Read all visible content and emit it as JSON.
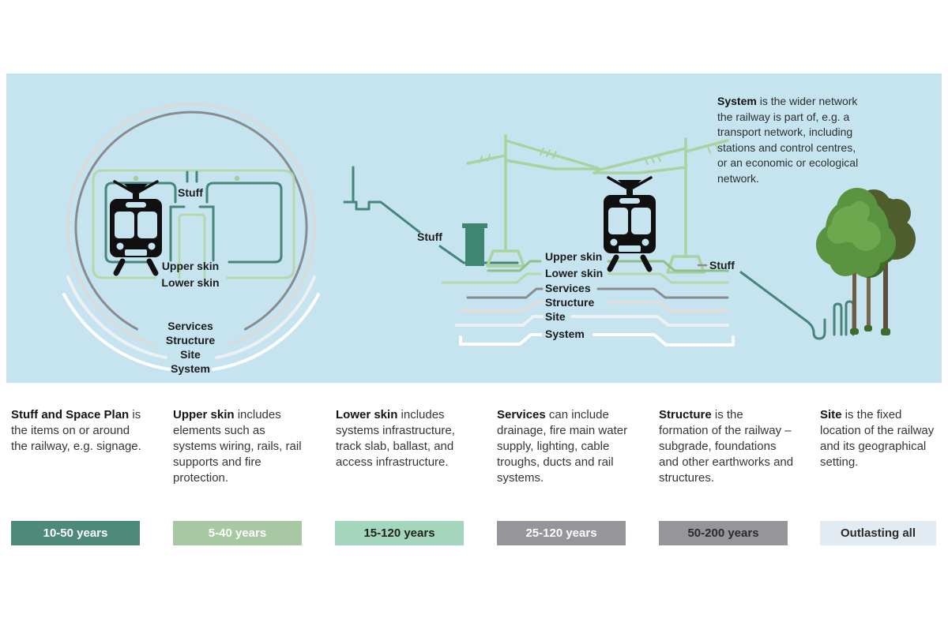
{
  "diagram_title_context": "Railway shearing layers infographic",
  "layer_labels": {
    "stuff": "Stuff",
    "upper_skin": "Upper skin",
    "lower_skin": "Lower skin",
    "services": "Services",
    "structure": "Structure",
    "site": "Site",
    "system": "System"
  },
  "tunnel_diagram": {
    "stuff": "Stuff",
    "upper_skin": "Upper skin",
    "lower_skin": "Lower skin",
    "services": "Services",
    "structure": "Structure",
    "site": "Site",
    "system": "System"
  },
  "surface_diagram": {
    "stuff_left": "Stuff",
    "stuff_right": "Stuff",
    "upper_skin": "Upper skin",
    "lower_skin": "Lower skin",
    "services": "Services",
    "structure": "Structure",
    "site": "Site",
    "system": "System"
  },
  "system_note": {
    "lead": "System",
    "rest": " is the wider network the railway is part of, e.g. a transport network, including stations and control centres, or an economic or ecological network."
  },
  "legend": {
    "columns": [
      {
        "lead": "Stuff and Space Plan",
        "rest": " is the items on or around the railway, e.g. signage.",
        "duration": "10-50 years",
        "bar_color": "#4e8a7a",
        "text_color": "#ffffff"
      },
      {
        "lead": "Upper skin",
        "rest": " includes elements such as systems wiring, rails, rail supports and fire protection.",
        "duration": "5-40 years",
        "bar_color": "#a7c8a2",
        "text_color": "#ffffff"
      },
      {
        "lead": "Lower skin",
        "rest": " includes systems infrastructure, track slab, ballast, and access infrastructure.",
        "duration": "15-120 years",
        "bar_color": "#a3d6bd",
        "text_color": "#222222"
      },
      {
        "lead": "Services",
        "rest": " can include drainage, fire main water supply, lighting, cable troughs, ducts and rail systems.",
        "duration": "25-120 years",
        "bar_color": "#95959a",
        "text_color": "#ffffff"
      },
      {
        "lead": "Structure",
        "rest": " is the formation of the railway – subgrade, foundations and other earthworks and structures.",
        "duration": "50-200 years",
        "bar_color": "#95959a",
        "text_color": "#2b2b2b"
      },
      {
        "lead": "Site",
        "rest": " is the fixed location of the railway and its geographical setting.",
        "duration": "Outlasting all",
        "bar_color": "#e2ebf1",
        "text_color": "#2b2b2b"
      }
    ]
  },
  "colors": {
    "panel_background": "#c6e3f0",
    "stuff_teal": "#47857a",
    "upper_skin_green": "#8fc08a",
    "lower_skin_pale_green": "#b5d8ab",
    "services_gray": "#8b8b8f",
    "structure_pale_pink": "#e7dbd8",
    "site_pale_gray": "#edf1f4",
    "system_white": "#ffffff",
    "cabinet_green": "#3f8570",
    "catenary_green": "#a9d29f",
    "train_black": "#101010"
  }
}
